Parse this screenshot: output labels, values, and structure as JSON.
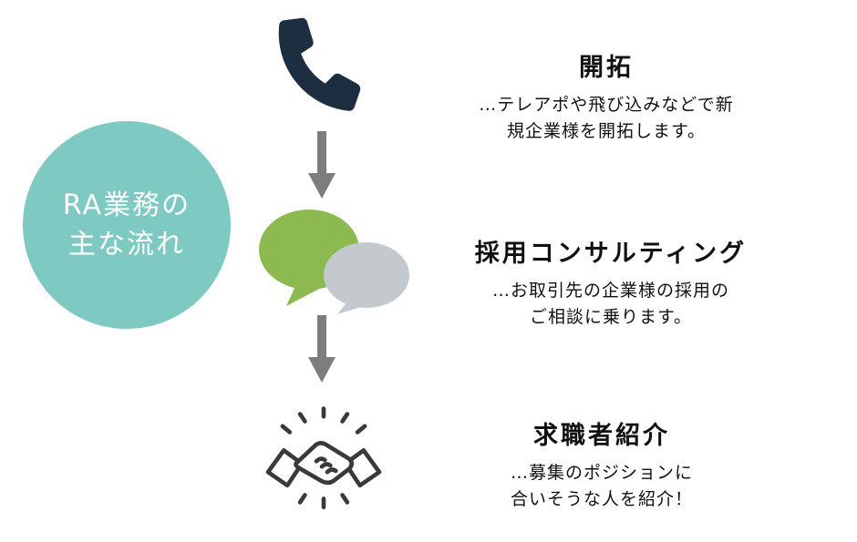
{
  "badge": {
    "line1": "RA業務の",
    "line2": "主な流れ",
    "background_color": "#7fc9c3",
    "text_color": "#ffffff"
  },
  "steps": [
    {
      "icon": "phone-icon",
      "title": "開拓",
      "desc_lines": [
        "…テレアポや飛び込みなどで新",
        "規企業様を開拓します。"
      ]
    },
    {
      "icon": "speech-bubbles-icon",
      "title": "採用コンサルティング",
      "desc_lines": [
        "…お取引先の企業様の採用の",
        "ご相談に乗ります。"
      ]
    },
    {
      "icon": "handshake-icon",
      "title": "求職者紹介",
      "desc_lines": [
        "…募集のポジションに",
        "合いそうな人を紹介！"
      ]
    }
  ],
  "colors": {
    "phone": "#1d2e40",
    "arrow": "#7d7d7d",
    "bubble_green": "#8cba50",
    "bubble_gray": "#c3c9cc",
    "handshake_stroke": "#3a3a3a"
  }
}
